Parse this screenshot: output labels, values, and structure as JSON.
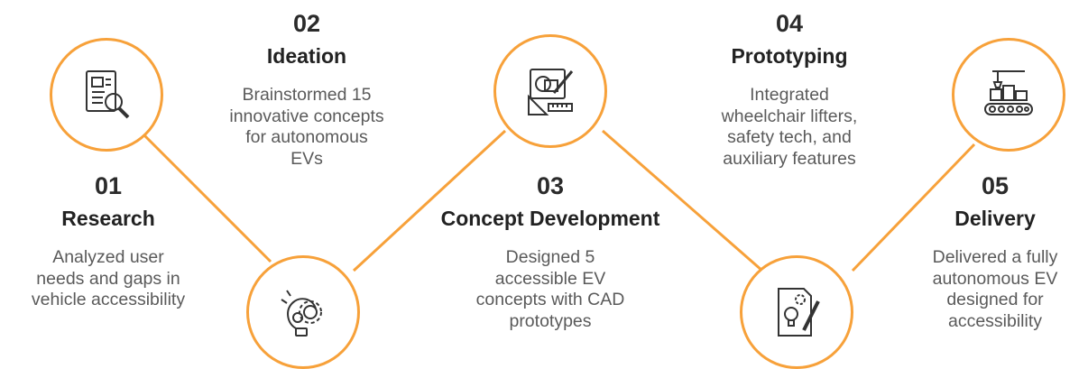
{
  "accent_color": "#f7a13a",
  "steps": [
    {
      "number": "01",
      "title": "Research",
      "desc": [
        "Analyzed user",
        "needs and gaps in",
        "vehicle accessibility"
      ],
      "icon": "document-search-icon"
    },
    {
      "number": "02",
      "title": "Ideation",
      "desc": [
        "Brainstormed 15",
        "innovative concepts",
        "for autonomous",
        "EVs"
      ],
      "icon": "lightbulb-gears-icon"
    },
    {
      "number": "03",
      "title": "Concept Development",
      "desc": [
        "Designed 5",
        "accessible EV",
        "concepts with CAD",
        "prototypes"
      ],
      "icon": "design-tools-icon"
    },
    {
      "number": "04",
      "title": "Prototyping",
      "desc": [
        "Integrated",
        "wheelchair lifters,",
        "safety tech, and",
        "auxiliary features"
      ],
      "icon": "blueprint-idea-icon"
    },
    {
      "number": "05",
      "title": "Delivery",
      "desc": [
        "Delivered a fully",
        "autonomous EV",
        "designed for",
        "accessibility"
      ],
      "icon": "conveyor-robot-arm-icon"
    }
  ]
}
